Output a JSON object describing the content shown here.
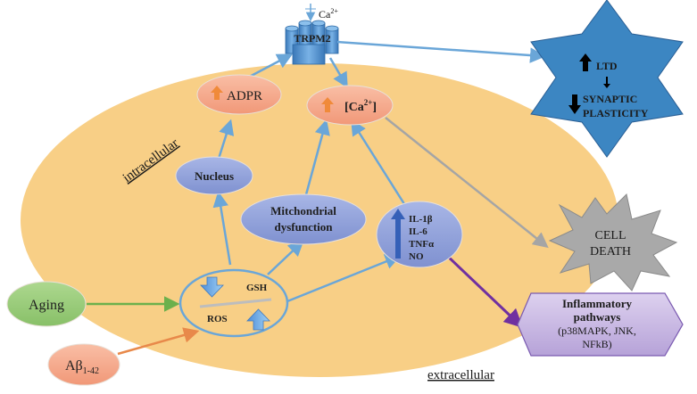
{
  "labels": {
    "calcium_ion": "Ca",
    "calcium_sup": "2+",
    "trpm2": "TRPM2",
    "adpr": "ADPR",
    "ca_bracket_open": "[Ca",
    "ca_bracket_sup": "2+",
    "ca_bracket_close": "]",
    "intracellular": "intracellular",
    "extracellular": "extracellular",
    "nucleus": "Nucleus",
    "mito_line1": "Mitchondrial",
    "mito_line2": "dysfunction",
    "cytokines": [
      "IL-1β",
      "IL-6",
      "TNFα",
      "NO"
    ],
    "gsh": "GSH",
    "ros": "ROS",
    "aging": "Aging",
    "abeta_main": "Aβ",
    "abeta_sub": "1-42",
    "ltd": "LTD",
    "synaptic_line1": "SYNAPTIC",
    "synaptic_line2": "PLASTICITY",
    "cell_death_line1": "CELL",
    "cell_death_line2": "DEATH",
    "inflam_line1": "Inflammatory",
    "inflam_line2": "pathways",
    "inflam_line3": "(p38MAPK, JNK,",
    "inflam_line4": "NFkB)"
  },
  "colors": {
    "cell": "#f8cf86",
    "node_blue": "#8e9fd8",
    "node_red": "#f4a88a",
    "aging_green": "#98cc78",
    "star_blue": "#3c86c2",
    "burst_gray": "#a9a9a9",
    "hexagon_purple": "#c5b4e0",
    "arrow_blue": "#6aa6d8",
    "arrow_gray": "#a5a5a5",
    "arrow_green": "#6cb04c",
    "arrow_orange": "#e8894a",
    "arrow_purple": "#7030a0",
    "up_orange": "#f08a3a"
  }
}
